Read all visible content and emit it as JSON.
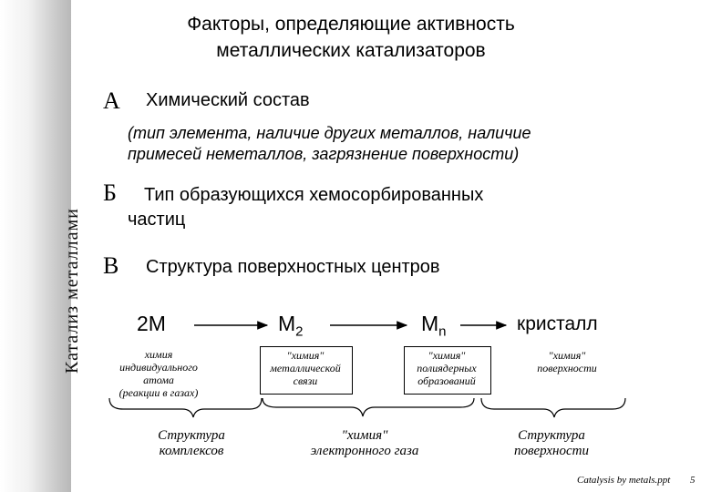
{
  "sidebar_title": "Катализ металлами",
  "title": "Факторы, определяющие активность\nметаллических катализаторов",
  "sections": [
    {
      "letter": "А",
      "heading": "Химический состав",
      "details": "(тип элемента, наличие других металлов, наличие\nпримесей неметаллов, загрязнение поверхности)"
    },
    {
      "letter": "Б",
      "heading": "Тип образующихся хемосорбированных\nчастиц"
    },
    {
      "letter": "В",
      "heading": "Структура поверхностных центров"
    }
  ],
  "sequence": {
    "n1": "2M",
    "n2_base": "M",
    "n2_sub": "2",
    "n3_base": "M",
    "n3_sub": "n",
    "n4": "кристалл"
  },
  "notes": {
    "n1": "химия\nиндивидуального\nатома\n(реакции в газах)",
    "n2": "\"химия\"\nметаллической\nсвязи",
    "n3": "\"химия\"\nполиядерных\nобразований",
    "n4": "\"химия\"\nповерхности"
  },
  "groups": {
    "left": "Структура\nкомплексов",
    "center": "\"химия\"\nэлектронного газа",
    "right": "Структура\nповерхности"
  },
  "footer": {
    "source": "Catalysis by metals.ppt",
    "page": "5"
  }
}
